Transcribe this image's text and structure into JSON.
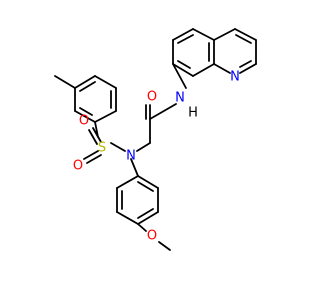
{
  "molecule": {
    "atoms": {
      "O_carbonyl": "O",
      "N_amide": "N",
      "H_amide": "H",
      "N_quinoline": "N",
      "N_sulfonamide": "N",
      "S": "S",
      "O_s1": "O",
      "O_s2": "O",
      "O_ether": "O"
    },
    "colors": {
      "bond": "#000000",
      "oxygen": "#ff0000",
      "nitrogen": "#0000ff",
      "sulfur": "#b8b800",
      "hydrogen": "#000000"
    }
  }
}
